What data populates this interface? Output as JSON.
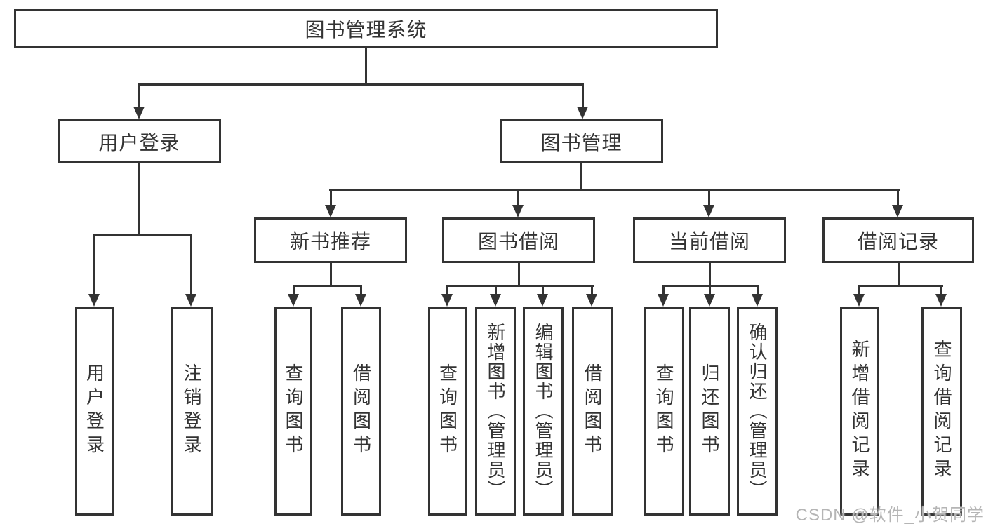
{
  "nodes": {
    "root": {
      "label": "图书管理系统"
    },
    "user_login": {
      "label": "用户登录"
    },
    "book_mgmt": {
      "label": "图书管理"
    },
    "new_book_rec": {
      "label": "新书推荐"
    },
    "book_borrow": {
      "label": "图书借阅"
    },
    "current_borrow": {
      "label": "当前借阅"
    },
    "borrow_records": {
      "label": "借阅记录"
    },
    "leaf_user_login": {
      "label": "用户登录"
    },
    "leaf_logout": {
      "label": "注销登录"
    },
    "leaf_query_books_rec": {
      "label": "查询图书"
    },
    "leaf_borrow_books_rec": {
      "label": "借阅图书"
    },
    "leaf_query_books_borrow": {
      "label": "查询图书"
    },
    "leaf_add_books": {
      "label": "新增图书（管理员）"
    },
    "leaf_edit_books": {
      "label": "编辑图书（管理员）"
    },
    "leaf_borrow_books_borrow": {
      "label": "借阅图书"
    },
    "leaf_query_books_current": {
      "label": "查询图书"
    },
    "leaf_return_books": {
      "label": "归还图书"
    },
    "leaf_confirm_return": {
      "label": "确认归还（管理员）"
    },
    "leaf_add_borrow_record": {
      "label": "新增借阅记录"
    },
    "leaf_query_borrow_record": {
      "label": "查询借阅记录"
    }
  },
  "watermark": {
    "text": "CSDN @软件_小贺同学"
  },
  "colors": {
    "line": "#333333",
    "box_background": "#ffffff",
    "text": "#333333",
    "watermark": "#b5b5b5"
  }
}
